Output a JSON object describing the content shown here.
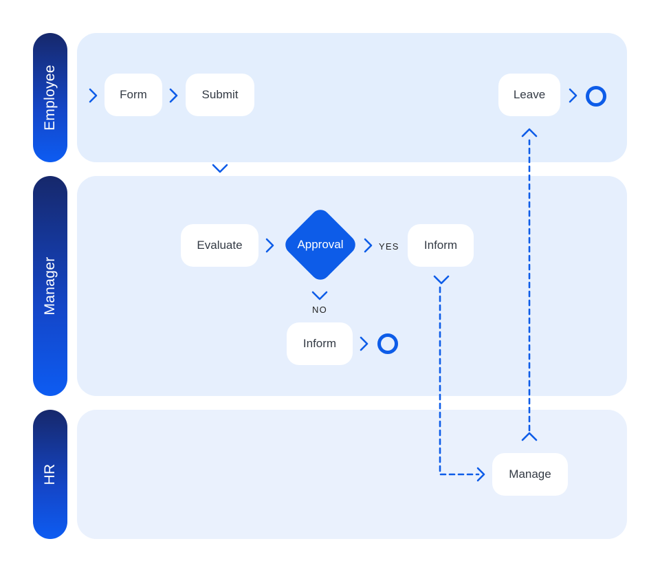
{
  "lanes": [
    {
      "label": "Employee"
    },
    {
      "label": "Manager"
    },
    {
      "label": "HR"
    }
  ],
  "nodes": {
    "form": "Form",
    "submit": "Submit",
    "leave": "Leave",
    "evaluate": "Evaluate",
    "approval": "Approval",
    "inform_yes": "Inform",
    "inform_no": "Inform",
    "manage": "Manage"
  },
  "edge_labels": {
    "yes": "YES",
    "no": "NO"
  },
  "colors": {
    "accent": "#0d5ce8",
    "lane_employee_bg": "#e3eefd",
    "lane_manager_bg": "#e6effd",
    "lane_hr_bg": "#eaf1fd",
    "lane_label_dark": "#16286b",
    "lane_label_light": "#0d5cf2"
  },
  "icons": {
    "flow_arrow": "chevron-right-icon",
    "end_event": "end-circle-icon"
  }
}
